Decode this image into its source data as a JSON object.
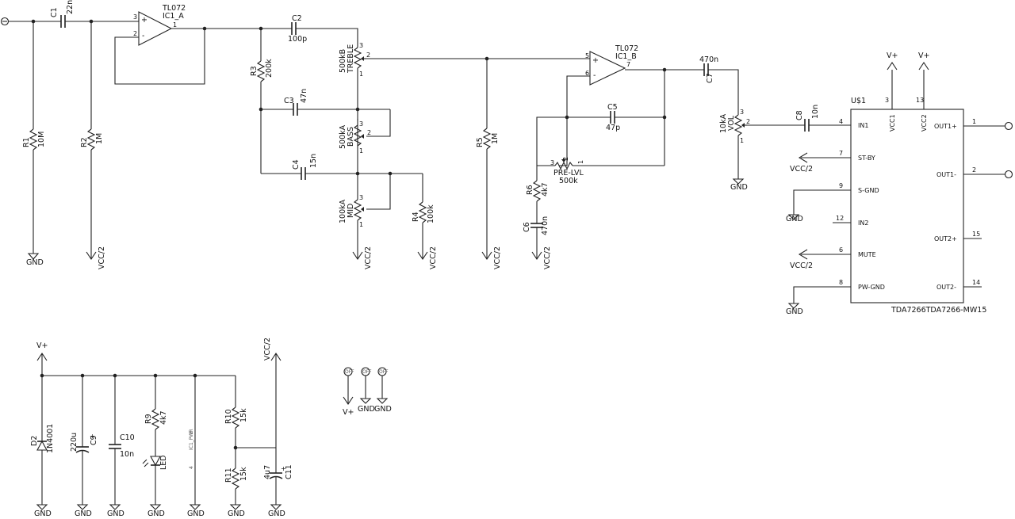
{
  "ic1a": {
    "type": "TL072",
    "name": "IC1_A",
    "pin_plus": "3",
    "pin_minus": "2",
    "pin_out": "1",
    "plus": "+",
    "minus": "-"
  },
  "ic1b": {
    "type": "TL072",
    "name": "IC1_B",
    "pin_plus": "5",
    "pin_minus": "6",
    "pin_out": "7",
    "plus": "+",
    "minus": "-"
  },
  "caps": {
    "c1": {
      "name": "C1",
      "value": "22n"
    },
    "c2": {
      "name": "C2",
      "value": "100p"
    },
    "c3": {
      "name": "C3",
      "value": "47n"
    },
    "c4": {
      "name": "C4",
      "value": "15n"
    },
    "c5": {
      "name": "C5",
      "value": "47p"
    },
    "c6": {
      "name": "C6",
      "value": "470n"
    },
    "c7": {
      "name": "C7",
      "value": "470n"
    },
    "c8": {
      "name": "C8",
      "value": "10n"
    },
    "c9": {
      "name": "C9",
      "value": "220u",
      "polarity": "+"
    },
    "c10": {
      "name": "C10",
      "value": "10n"
    },
    "c11": {
      "name": "C11",
      "value": "4u7",
      "polarity": "+"
    }
  },
  "resistors": {
    "r1": {
      "name": "R1",
      "value": "10M"
    },
    "r2": {
      "name": "R2",
      "value": "1M"
    },
    "r3": {
      "name": "R3",
      "value": "200k"
    },
    "r4": {
      "name": "R4",
      "value": "100k"
    },
    "r5": {
      "name": "R5",
      "value": "1M"
    },
    "r6": {
      "name": "R6",
      "value": "4k7"
    },
    "r9": {
      "name": "R9",
      "value": "4k7"
    },
    "r10": {
      "name": "R10",
      "value": "15k"
    },
    "r11": {
      "name": "R11",
      "value": "15k"
    }
  },
  "pots": {
    "treble": {
      "value": "500kB",
      "name": "TREBLE"
    },
    "bass": {
      "value": "500kA",
      "name": "BASS"
    },
    "mid": {
      "value": "100kA",
      "name": "MID"
    },
    "prelvl": {
      "name": "PRE-LVL",
      "value": "500k"
    },
    "vol": {
      "value": "10kA",
      "name": "VOL"
    },
    "pin1": "1",
    "pin2": "2",
    "pin3": "3"
  },
  "u1": {
    "name": "U$1",
    "part": "TDA7266TDA7266-MW15",
    "pins_left": [
      {
        "num": "4",
        "label": "IN1"
      },
      {
        "num": "7",
        "label": "ST-BY"
      },
      {
        "num": "9",
        "label": "S-GND"
      },
      {
        "num": "12",
        "label": "IN2"
      },
      {
        "num": "6",
        "label": "MUTE"
      },
      {
        "num": "8",
        "label": "PW-GND"
      }
    ],
    "pins_right": [
      {
        "num": "1",
        "label": "OUT1+"
      },
      {
        "num": "2",
        "label": "OUT1-"
      },
      {
        "num": "15",
        "label": "OUT2+"
      },
      {
        "num": "14",
        "label": "OUT2-"
      }
    ],
    "pins_top": [
      {
        "num": "3",
        "label": "VCC1"
      },
      {
        "num": "13",
        "label": "VCC2"
      }
    ]
  },
  "diode": {
    "name": "D2",
    "value": "1N4001"
  },
  "led": {
    "name": "LED"
  },
  "jumper": {
    "label_a": "4",
    "label_b": "8",
    "label_c": "IC1_PWR"
  },
  "supplies": {
    "gnd": "GND",
    "vcc2": "VCC/2",
    "vplus": "V+"
  },
  "frames": {
    "f1": "OFF",
    "f2": "OFF",
    "f3": "OFF"
  }
}
